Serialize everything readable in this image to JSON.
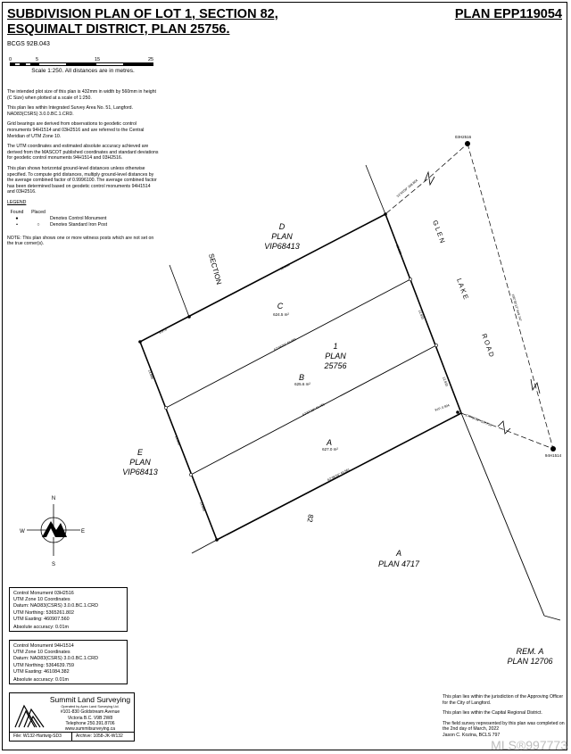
{
  "header": {
    "title_line1": "SUBDIVISION PLAN OF LOT 1, SECTION 82,",
    "title_line2": "ESQUIMALT DISTRICT, PLAN 25756.",
    "plan_number": "PLAN EPP119054",
    "bcgs": "BCGS 92B.043"
  },
  "scale_bar": {
    "ticks": [
      "0",
      "5",
      "15",
      "25"
    ],
    "caption": "Scale 1:250. All distances are in metres."
  },
  "notes": [
    "The intended plot size of this plan is 432mm in width by 560mm in height (C Size) when plotted at a scale of 1:250.",
    "This plan lies within Integrated Survey Area No. 51, Langford. NAD83(CSRS) 3.0.0.BC.1.CRD.",
    "Grid bearings are derived from observations to geodetic control monuments 94H1514 and 03H2516 and are referred to the Central Meridian of UTM Zone 10.",
    "The UTM coordinates and estimated absolute accuracy achieved are derived from the MASCOT published coordinates and standard deviations for geodetic control monuments 94H1514 and 03H2516.",
    "This plan shows horizontal ground-level distances unless otherwise specified. To compute grid distances, multiply ground-level distances by the average combined factor of 0.9996100. The average combined factor has been determined based on geodetic control monuments 94H1514 and 03H2516."
  ],
  "legend": {
    "title": "LEGEND",
    "col_found": "Found",
    "col_placed": "Placed",
    "items": [
      {
        "icon": "control-monument-icon",
        "label": "Denotes Control Monument"
      },
      {
        "icon": "iron-post-icon",
        "label": "Denotes Standard Iron Post"
      }
    ],
    "note": "NOTE: This plan shows one or more witness posts which are not set on the true corner(s)."
  },
  "control_monuments": [
    {
      "name": "Control Monument 03H2516",
      "zone": "UTM Zone 10 Coordinates",
      "datum": "Datum: NAD83(CSRS) 3.0.0.BC.1.CRD",
      "northing": "UTM Northing: 5365261.802",
      "easting": "UTM Easting: 460907.560",
      "accuracy": "Absolute accuracy: 0.01m"
    },
    {
      "name": "Control Monument 94H1514",
      "zone": "UTM Zone 10 Coordinates",
      "datum": "Datum: NAD83(CSRS) 3.0.0.BC.1.CRD",
      "northing": "UTM Northing: 5364639.759",
      "easting": "UTM Easting: 461084.382",
      "accuracy": "Absolute accuracy: 0.01m"
    }
  ],
  "surveyor": {
    "company": "Summit Land Surveying",
    "operated_by": "Operated by Apex Land Surveying Ltd.",
    "address": "#101-830 Goldstream Avenue",
    "city": "Victoria B.C. V9B 2W8",
    "phone": "Telephone 250.391.8706",
    "web": "www.summitsurveying.ca",
    "file": "File: W132-Hartwig-SD3",
    "archive": "Archive: 1058-JK-W132"
  },
  "jurisdiction": [
    "This plan lies within the jurisdiction of the Approving Officer for the City of Langford.",
    "This plan lies within the Capital Regional District.",
    "The field survey represented by this plan was completed on the 2nd day of March, 2022",
    "Jason C. Kozina, BCLS 797"
  ],
  "watermark": "MLS®997773",
  "plan": {
    "compass": {
      "n": "N",
      "s": "S",
      "e": "E",
      "w": "W"
    },
    "labels": {
      "d_letter": "D",
      "d_plan": "PLAN",
      "d_no": "VIP68413",
      "section": "SECTION",
      "section_no": "82",
      "c_letter": "C",
      "c_area": "624.5 m²",
      "lot_no": "1",
      "lot_plan": "PLAN",
      "lot_plan_no": "25756",
      "b_letter": "B",
      "b_area": "625.6 m²",
      "a_letter": "A",
      "a_area": "627.0 m²",
      "e_letter": "E",
      "e_plan": "PLAN",
      "e_no": "VIP68413",
      "a4717_letter": "A",
      "a4717_plan": "PLAN 4717",
      "rema": "REM. A",
      "rema_plan": "PLAN 12706",
      "road_glen": "G L E N",
      "road_lake": "L A K E",
      "road_road": "R O A D",
      "cm_north": "03H2516",
      "cm_south": "94H1514"
    },
    "dimensions": {
      "north_boundary": "30.838",
      "north_a": "8.979",
      "c_b_line": "62°46'03\" 49.983",
      "b_a_line": "62°57'29\" 49.763",
      "south_line": "62°08'54\" 49.561",
      "east_1": "12.933",
      "east_2": "12.933",
      "east_3": "12.933",
      "west_1": "13.666",
      "west_2": "13.666",
      "west_3": "13.666",
      "tie_north": "33°56'09\" 308.804",
      "tie_south": "177°59'21\" 327.730",
      "tie_cm": "165°30'12\" 649.747",
      "witness": "W.P. 0.994"
    }
  }
}
